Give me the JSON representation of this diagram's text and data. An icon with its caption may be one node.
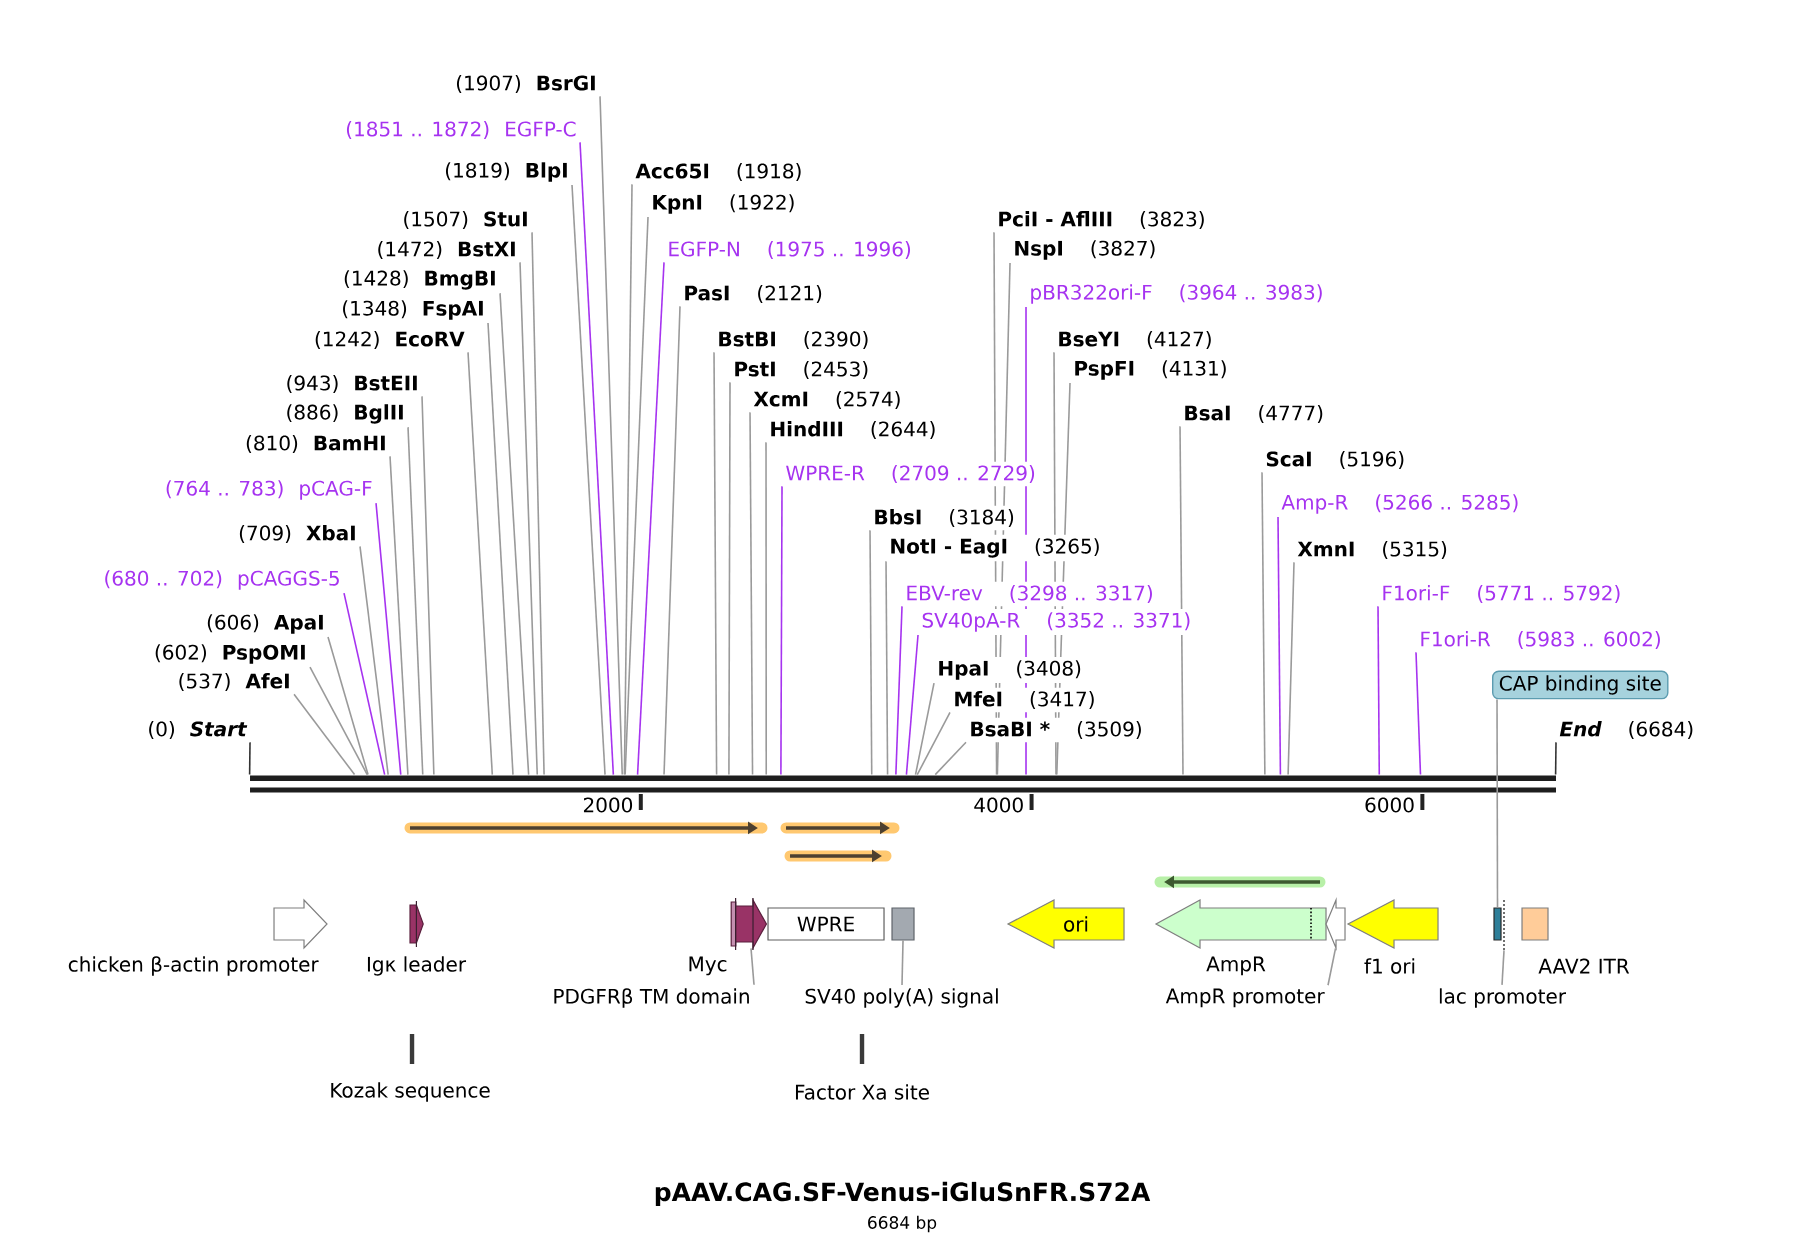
{
  "diagram": {
    "title": "pAAV.CAG.SF-Venus-iGluSnFR.S72A",
    "caption": "6684 bp",
    "nodes": [
      {
        "text": [
          "(1907)",
          "BsrGI"
        ]
      },
      {
        "text": [
          "(1851 .. 1872)",
          "EGFP-C"
        ]
      },
      {
        "text": [
          "(1819)",
          "BlpI"
        ]
      },
      {
        "text": [
          "(1507)",
          "StuI"
        ]
      },
      {
        "text": [
          "(1472)",
          "BstXI"
        ]
      },
      {
        "text": [
          "(1428)",
          "BmgBI"
        ]
      },
      {
        "text": [
          "(1348)",
          "FspAI"
        ]
      },
      {
        "text": [
          "(1242)",
          "EcoRV"
        ]
      },
      {
        "text": [
          "(943)",
          "BstEII"
        ]
      },
      {
        "text": [
          "(886)",
          "BglII"
        ]
      },
      {
        "text": [
          "(810)",
          "BamHI"
        ]
      },
      {
        "text": [
          "(764 .. 783)",
          "pCAG-F"
        ]
      },
      {
        "text": [
          "(709)",
          "XbaI"
        ]
      },
      {
        "text": [
          "(680 .. 702)",
          "pCAGGS-5"
        ]
      },
      {
        "text": [
          "(606)",
          "ApaI"
        ]
      },
      {
        "text": [
          "(602)",
          "PspOMI"
        ]
      },
      {
        "text": [
          "(537)",
          "AfeI"
        ]
      },
      {
        "text": [
          "(0)",
          "Start"
        ]
      },
      {
        "text": [
          "Acc65I",
          "(1918)"
        ]
      },
      {
        "text": [
          "KpnI",
          "(1922)"
        ]
      },
      {
        "text": [
          "EGFP-N",
          "(1975 .. 1996)"
        ]
      },
      {
        "text": [
          "PasI",
          "(2121)"
        ]
      },
      {
        "text": [
          "BstBI",
          "(2390)"
        ]
      },
      {
        "text": [
          "PstI",
          "(2453)"
        ]
      },
      {
        "text": [
          "XcmI",
          "(2574)"
        ]
      },
      {
        "text": [
          "HindIII",
          "(2644)"
        ]
      },
      {
        "text": [
          "WPRE-R",
          "(2709 .. 2729)"
        ]
      },
      {
        "text": [
          "BbsI",
          "(3184)"
        ]
      },
      {
        "text": [
          "NotI - EagI",
          "(3265)"
        ]
      },
      {
        "text": [
          "EBV-rev",
          "(3298 .. 3317)"
        ]
      },
      {
        "text": [
          "SV40pA-R",
          "(3352 .. 3371)"
        ]
      },
      {
        "text": [
          "HpaI",
          "(3408)"
        ]
      },
      {
        "text": [
          "MfeI",
          "(3417)"
        ]
      },
      {
        "text": [
          "BsaBI *",
          "(3509)"
        ]
      },
      {
        "text": [
          "PciI - AflIII",
          "(3823)"
        ]
      },
      {
        "text": [
          "NspI",
          "(3827)"
        ]
      },
      {
        "text": [
          "pBR322ori-F",
          "(3964 .. 3983)"
        ]
      },
      {
        "text": [
          "BseYI",
          "(4127)"
        ]
      },
      {
        "text": [
          "PspFI",
          "(4131)"
        ]
      },
      {
        "text": [
          "BsaI",
          "(4777)"
        ]
      },
      {
        "text": [
          "ScaI",
          "(5196)"
        ]
      },
      {
        "text": [
          "Amp-R",
          "(5266 .. 5285)"
        ]
      },
      {
        "text": [
          "XmnI",
          "(5315)"
        ]
      },
      {
        "text": [
          "F1ori-F",
          "(5771 .. 5792)"
        ]
      },
      {
        "text": [
          "F1ori-R",
          "(5983 .. 6002)"
        ]
      },
      {
        "text": [
          "End",
          "(6684)"
        ]
      },
      {
        "text": [],
        "shape": "bar",
        "beside": [
          "2000",
          "4000",
          "6000"
        ]
      },
      {
        "text": [
          "chicken β-actin promoter"
        ]
      },
      {
        "text": [
          "Igκ leader"
        ]
      },
      {
        "text": [
          "Myc"
        ]
      },
      {
        "text": [],
        "shape": "arrow"
      },
      {
        "text": [
          "WPRE"
        ]
      },
      {
        "text": [],
        "shape": "box"
      },
      {
        "text": [
          "ori"
        ]
      },
      {
        "text": [
          "AmpR"
        ]
      },
      {
        "text": [],
        "shape": "arrow"
      },
      {
        "text": [
          "f1 ori"
        ]
      },
      {
        "text": [],
        "shape": "line"
      },
      {
        "text": [],
        "shape": "bar"
      },
      {
        "text": [
          "AAV2 ITR"
        ]
      },
      {
        "text": [
          "CAP binding site"
        ]
      },
      {
        "text": [
          "PDGFRβ TM domain"
        ]
      },
      {
        "text": [
          "SV40 poly(A) signal"
        ]
      },
      {
        "text": [
          "AmpR promoter"
        ]
      },
      {
        "text": [
          "lac promoter"
        ]
      },
      {
        "text": [
          "Kozak sequence"
        ]
      },
      {
        "text": [
          "Factor Xa site"
        ]
      }
    ],
    "edges": [
      {
        "from": 0,
        "to": 46,
        "arrow": "none"
      },
      {
        "from": 1,
        "to": 46,
        "arrow": "none",
        "color": "#a633f0"
      },
      {
        "from": 2,
        "to": 46,
        "arrow": "none"
      },
      {
        "from": 3,
        "to": 46,
        "arrow": "none"
      },
      {
        "from": 4,
        "to": 46,
        "arrow": "none"
      },
      {
        "from": 5,
        "to": 46,
        "arrow": "none"
      },
      {
        "from": 6,
        "to": 46,
        "arrow": "none"
      },
      {
        "from": 7,
        "to": 46,
        "arrow": "none"
      },
      {
        "from": 8,
        "to": 46,
        "arrow": "none"
      },
      {
        "from": 9,
        "to": 46,
        "arrow": "none"
      },
      {
        "from": 10,
        "to": 46,
        "arrow": "none"
      },
      {
        "from": 11,
        "to": 46,
        "arrow": "none",
        "color": "#a633f0"
      },
      {
        "from": 12,
        "to": 46,
        "arrow": "none"
      },
      {
        "from": 13,
        "to": 46,
        "arrow": "none",
        "color": "#a633f0"
      },
      {
        "from": 14,
        "to": 46,
        "arrow": "none"
      },
      {
        "from": 15,
        "to": 46,
        "arrow": "none"
      },
      {
        "from": 16,
        "to": 46,
        "arrow": "none"
      },
      {
        "from": 17,
        "to": 46,
        "arrow": "none",
        "color": "#333333"
      },
      {
        "from": 18,
        "to": 46,
        "arrow": "none"
      },
      {
        "from": 19,
        "to": 46,
        "arrow": "none"
      },
      {
        "from": 20,
        "to": 46,
        "arrow": "none",
        "color": "#a633f0"
      },
      {
        "from": 21,
        "to": 46,
        "arrow": "none"
      },
      {
        "from": 22,
        "to": 46,
        "arrow": "none"
      },
      {
        "from": 23,
        "to": 46,
        "arrow": "none"
      },
      {
        "from": 24,
        "to": 46,
        "arrow": "none"
      },
      {
        "from": 25,
        "to": 46,
        "arrow": "none"
      },
      {
        "from": 26,
        "to": 46,
        "arrow": "none",
        "color": "#a633f0"
      },
      {
        "from": 27,
        "to": 46,
        "arrow": "none"
      },
      {
        "from": 28,
        "to": 46,
        "arrow": "none"
      },
      {
        "from": 29,
        "to": 46,
        "arrow": "none",
        "color": "#a633f0"
      },
      {
        "from": 30,
        "to": 46,
        "arrow": "none",
        "color": "#a633f0"
      },
      {
        "from": 31,
        "to": 46,
        "arrow": "none"
      },
      {
        "from": 32,
        "to": 46,
        "arrow": "none"
      },
      {
        "from": 33,
        "to": 46,
        "arrow": "none"
      },
      {
        "from": 34,
        "to": 46,
        "arrow": "none"
      },
      {
        "from": 35,
        "to": 46,
        "arrow": "none"
      },
      {
        "from": 36,
        "to": 46,
        "arrow": "none",
        "color": "#a633f0"
      },
      {
        "from": 37,
        "to": 46,
        "arrow": "none"
      },
      {
        "from": 38,
        "to": 46,
        "arrow": "none"
      },
      {
        "from": 39,
        "to": 46,
        "arrow": "none"
      },
      {
        "from": 40,
        "to": 46,
        "arrow": "none"
      },
      {
        "from": 41,
        "to": 46,
        "arrow": "none",
        "color": "#a633f0"
      },
      {
        "from": 42,
        "to": 46,
        "arrow": "none"
      },
      {
        "from": 43,
        "to": 46,
        "arrow": "none",
        "color": "#a633f0"
      },
      {
        "from": 44,
        "to": 46,
        "arrow": "none",
        "color": "#a633f0"
      },
      {
        "from": 45,
        "to": 46,
        "arrow": "none",
        "color": "#333333"
      },
      {
        "from": 61,
        "to": 50,
        "arrow": "none"
      },
      {
        "from": 62,
        "to": 52,
        "arrow": "none"
      },
      {
        "from": 63,
        "to": 55,
        "arrow": "none"
      },
      {
        "from": 64,
        "to": 57,
        "arrow": "none"
      },
      {
        "from": 60,
        "to": 58,
        "arrow": "none"
      }
    ]
  }
}
